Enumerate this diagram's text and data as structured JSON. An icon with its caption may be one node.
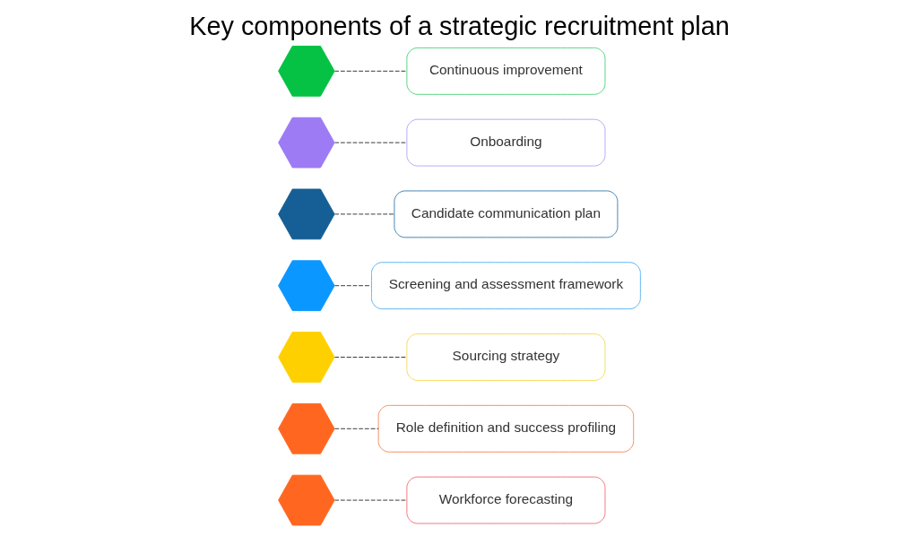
{
  "diagram": {
    "title": "Key components of a strategic recruitment plan",
    "nodes": [
      {
        "text": [],
        "shape": "hexagon"
      },
      {
        "text": [
          "Workforce forecasting"
        ]
      },
      {
        "text": [],
        "shape": "hexagon"
      },
      {
        "text": [
          "Role definition and success profiling"
        ]
      },
      {
        "text": [],
        "shape": "hexagon"
      },
      {
        "text": [
          "Sourcing strategy"
        ]
      },
      {
        "text": [],
        "shape": "hexagon"
      },
      {
        "text": [
          "Screening and assessment framework"
        ]
      },
      {
        "text": [],
        "shape": "hexagon"
      },
      {
        "text": [
          "Candidate communication plan"
        ]
      },
      {
        "text": [],
        "shape": "hexagon"
      },
      {
        "text": [
          "Onboarding"
        ]
      },
      {
        "text": [],
        "shape": "hexagon"
      },
      {
        "text": [
          "Continuous improvement"
        ]
      }
    ],
    "edges": [
      {
        "from": 0,
        "to": 1,
        "arrow": "none",
        "style": "dashed"
      },
      {
        "from": 2,
        "to": 3,
        "arrow": "none",
        "style": "dashed"
      },
      {
        "from": 4,
        "to": 5,
        "arrow": "none",
        "style": "dashed"
      },
      {
        "from": 6,
        "to": 7,
        "arrow": "none",
        "style": "dashed"
      },
      {
        "from": 8,
        "to": 9,
        "arrow": "none",
        "style": "dashed"
      },
      {
        "from": 10,
        "to": 11,
        "arrow": "none",
        "style": "dashed"
      },
      {
        "from": 12,
        "to": 13,
        "arrow": "none",
        "style": "dashed"
      }
    ]
  }
}
